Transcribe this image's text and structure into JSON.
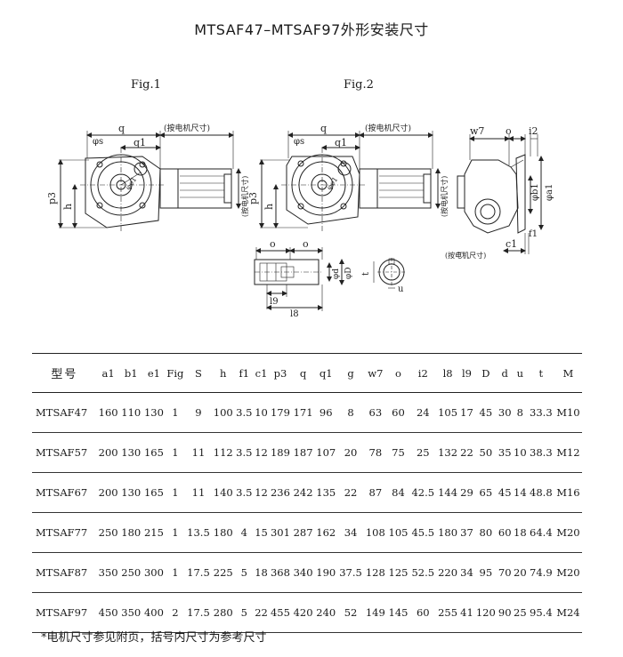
{
  "title": "MTSAF47–MTSAF97外形安装尺寸",
  "figures": {
    "fig1": "Fig.1",
    "fig2": "Fig.2"
  },
  "drawing_labels": {
    "q": "q",
    "q1": "q1",
    "s": "φs",
    "p3": "p3",
    "h": "h",
    "motor_size": "(按电机尺寸)",
    "w7": "w7",
    "o": "o",
    "i2": "i2",
    "b1": "φb1",
    "a1": "φa1",
    "c1": "c1",
    "f1": "f1",
    "e1": "φe1",
    "l9": "l9",
    "l8": "l8",
    "d": "φd",
    "D": "φD",
    "t": "t",
    "u": "u"
  },
  "table": {
    "columns": [
      "型号",
      "a1",
      "b1",
      "e1",
      "Fig",
      "S",
      "h",
      "f1",
      "c1",
      "p3",
      "q",
      "q1",
      "g",
      "w7",
      "o",
      "i2",
      "l8",
      "l9",
      "D",
      "d",
      "u",
      "t",
      "M"
    ],
    "rows": [
      [
        "MTSAF47",
        "160",
        "110",
        "130",
        "1",
        "9",
        "100",
        "3.5",
        "10",
        "179",
        "171",
        "96",
        "8",
        "63",
        "60",
        "24",
        "105",
        "17",
        "45",
        "30",
        "8",
        "33.3",
        "M10"
      ],
      [
        "MTSAF57",
        "200",
        "130",
        "165",
        "1",
        "11",
        "112",
        "3.5",
        "12",
        "189",
        "187",
        "107",
        "20",
        "78",
        "75",
        "25",
        "132",
        "22",
        "50",
        "35",
        "10",
        "38.3",
        "M12"
      ],
      [
        "MTSAF67",
        "200",
        "130",
        "165",
        "1",
        "11",
        "140",
        "3.5",
        "12",
        "236",
        "242",
        "135",
        "22",
        "87",
        "84",
        "42.5",
        "144",
        "29",
        "65",
        "45",
        "14",
        "48.8",
        "M16"
      ],
      [
        "MTSAF77",
        "250",
        "180",
        "215",
        "1",
        "13.5",
        "180",
        "4",
        "15",
        "301",
        "287",
        "162",
        "34",
        "108",
        "105",
        "45.5",
        "180",
        "37",
        "80",
        "60",
        "18",
        "64.4",
        "M20"
      ],
      [
        "MTSAF87",
        "350",
        "250",
        "300",
        "1",
        "17.5",
        "225",
        "5",
        "18",
        "368",
        "340",
        "190",
        "37.5",
        "128",
        "125",
        "52.5",
        "220",
        "34",
        "95",
        "70",
        "20",
        "74.9",
        "M20"
      ],
      [
        "MTSAF97",
        "450",
        "350",
        "400",
        "2",
        "17.5",
        "280",
        "5",
        "22",
        "455",
        "420",
        "240",
        "52",
        "149",
        "145",
        "60",
        "255",
        "41",
        "120",
        "90",
        "25",
        "95.4",
        "M24"
      ]
    ]
  },
  "note": "*电机尺寸参见附页，括号内尺寸为参考尺寸"
}
